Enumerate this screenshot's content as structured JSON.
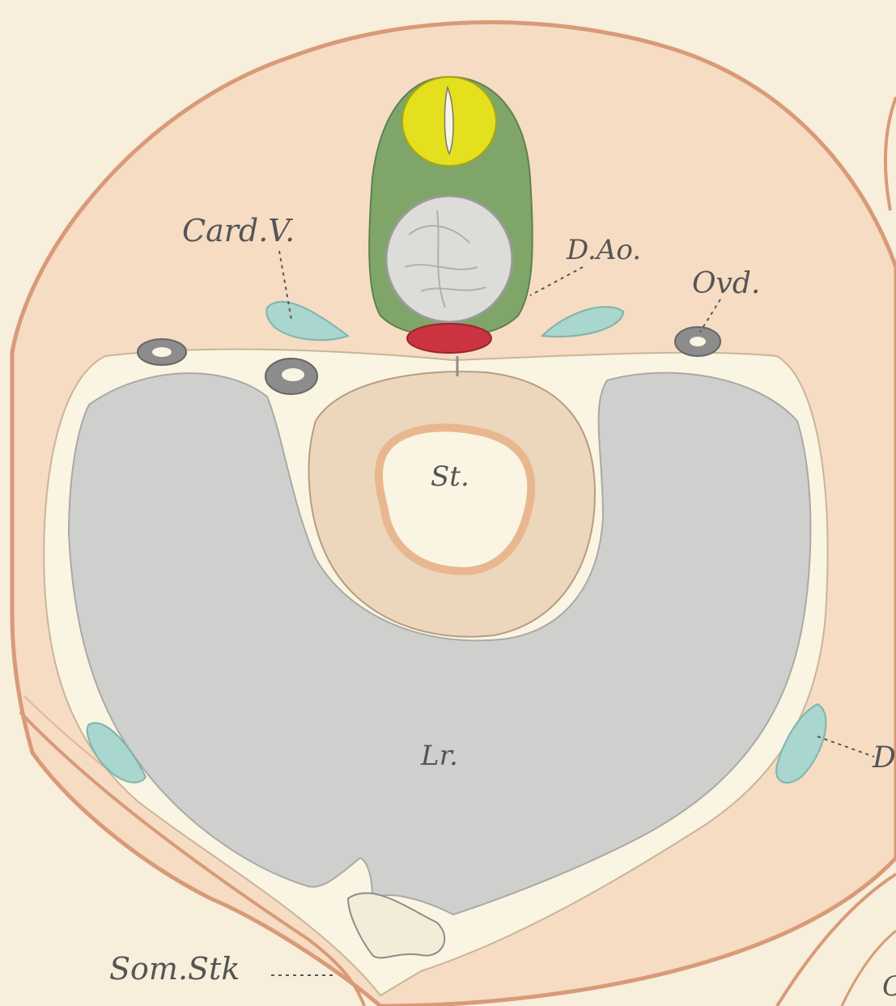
{
  "colors": {
    "paper": "#f7eedb",
    "body_wall": "#f5dcc3",
    "outline": "#d99a78",
    "coelom": "#faf4e2",
    "liver": "#cfcfcd",
    "stomach_wall": "#ecd7bc",
    "stomach_lining": "#e9b78f",
    "neural_tube": "#e4e01e",
    "notochord_sheath": "#7fa668",
    "notochord": "#dcdcd8",
    "aorta": "#cc3340",
    "vein": "#a9d6cf",
    "duct": "#8c8c8c"
  },
  "labels": {
    "card_v": "Card.V.",
    "d_ao": "D.Ao.",
    "ovd": "Ovd.",
    "st": "St.",
    "lr": "Lr.",
    "som_stk": "Som.Stk",
    "d_partial": "D",
    "c_partial": "C"
  }
}
